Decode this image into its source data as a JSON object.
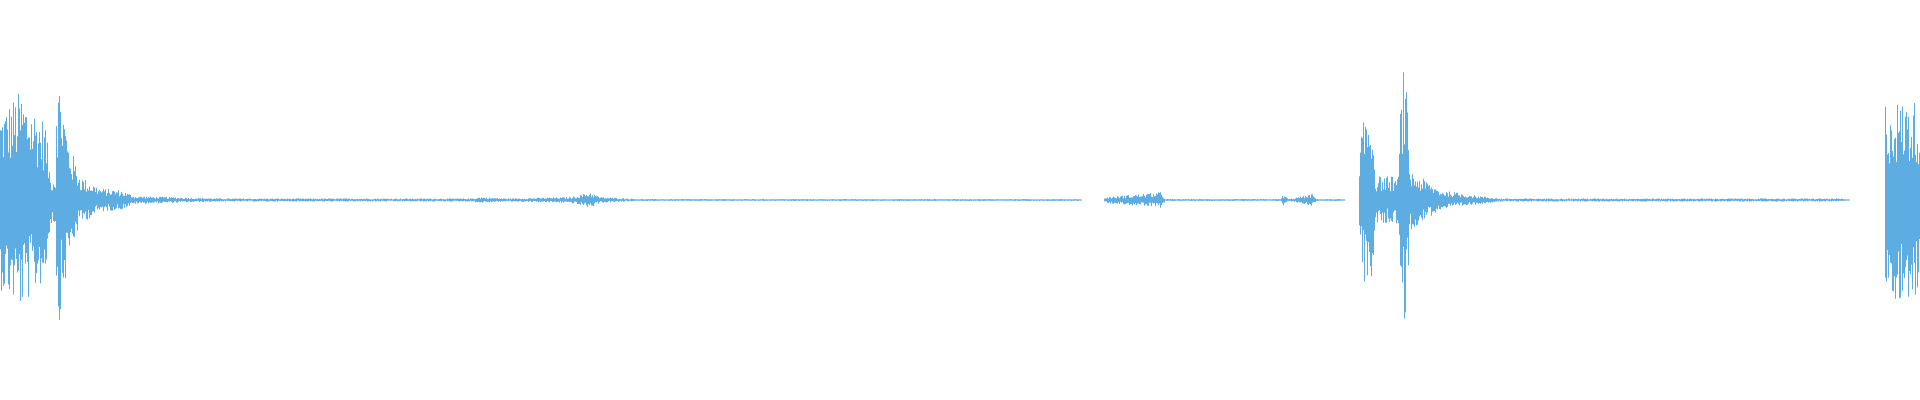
{
  "chart_data": {
    "type": "area",
    "title": "",
    "xlabel": "",
    "ylabel": "",
    "grid": false,
    "legend": "none",
    "ylim": [
      -1,
      1
    ],
    "xlim": [
      0,
      1920
    ],
    "color": "#5DADE2",
    "background": "#FFFFFF",
    "envelope": [
      [
        0,
        0.45
      ],
      [
        20,
        0.55
      ],
      [
        45,
        0.4
      ],
      [
        50,
        0.12
      ],
      [
        55,
        0.12
      ],
      [
        56,
        0.6
      ],
      [
        60,
        0.6
      ],
      [
        68,
        0.3
      ],
      [
        80,
        0.12
      ],
      [
        100,
        0.06
      ],
      [
        120,
        0.05
      ],
      [
        135,
        0.02
      ],
      [
        220,
        0.008
      ],
      [
        470,
        0.008
      ],
      [
        480,
        0.015
      ],
      [
        505,
        0.008
      ],
      [
        570,
        0.015
      ],
      [
        590,
        0.04
      ],
      [
        600,
        0.015
      ],
      [
        640,
        0.005
      ],
      [
        1080,
        0.005
      ],
      [
        1082,
        0
      ],
      [
        1103,
        0
      ],
      [
        1105,
        0.015
      ],
      [
        1160,
        0.04
      ],
      [
        1165,
        0.005
      ],
      [
        1280,
        0.005
      ],
      [
        1283,
        0.03
      ],
      [
        1288,
        0.005
      ],
      [
        1312,
        0.03
      ],
      [
        1316,
        0.005
      ],
      [
        1340,
        0.005
      ],
      [
        1345,
        0
      ],
      [
        1358,
        0
      ],
      [
        1360,
        0.3
      ],
      [
        1365,
        0.45
      ],
      [
        1372,
        0.45
      ],
      [
        1375,
        0.12
      ],
      [
        1398,
        0.12
      ],
      [
        1401,
        0.65
      ],
      [
        1405,
        0.65
      ],
      [
        1410,
        0.15
      ],
      [
        1440,
        0.05
      ],
      [
        1480,
        0.02
      ],
      [
        1500,
        0.008
      ],
      [
        1840,
        0.008
      ],
      [
        1850,
        0
      ],
      [
        1884,
        0
      ],
      [
        1885,
        0.5
      ],
      [
        1920,
        0.5
      ]
    ]
  }
}
